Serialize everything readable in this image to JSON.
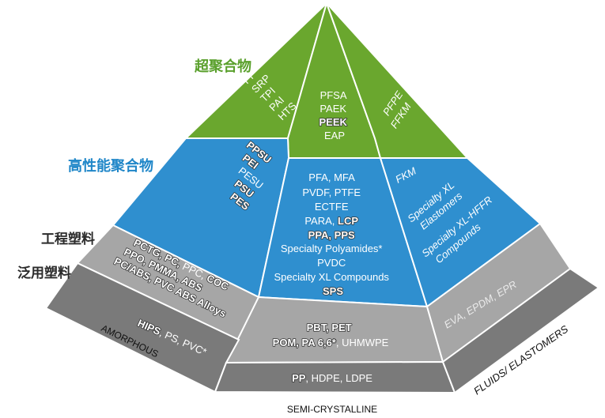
{
  "tier_labels": {
    "ultra": "超聚合物",
    "high": "高性能聚合物",
    "engineering": "工程塑料",
    "commodity": "泛用塑料"
  },
  "colors": {
    "ultra_green": "#6aa72e",
    "high_blue": "#2f8fcf",
    "gray_light": "#a6a6a6",
    "gray_dark": "#7a7a7a",
    "ultra_label": "#5aa02c",
    "high_label": "#1f86c8",
    "base_label": "#2b2b2b"
  },
  "ultra": {
    "left": [
      "PI",
      "SRP",
      "TPI",
      "PAI",
      "HTS"
    ],
    "center": [
      "PFSA",
      "PAEK",
      "PEEK",
      "EAP"
    ],
    "right": [
      "PFPE",
      "FFKM"
    ]
  },
  "high": {
    "left": [
      "PPSU",
      "PEI",
      "PESU",
      "PSU",
      "PES"
    ],
    "center": {
      "l1": "PFA, MFA",
      "l2": "PVDF, PTFE",
      "l3": "ECTFE",
      "l4a": "PARA, ",
      "l4b": "LCP",
      "l5": "PPA, PPS",
      "l6": "Specialty Polyamides*",
      "l7": "PVDC",
      "l8": "Specialty XL Compounds",
      "l9": "SPS"
    },
    "right": [
      "FKM",
      "Specialty XL",
      "Elastomers",
      "Specialty XL-HFFR",
      "Compounds"
    ]
  },
  "engineering": {
    "left": {
      "l1a": "PCTG, PC, ",
      "l1b": "PPC, ",
      "l1c": "COC",
      "l2": "PPO, PMMA, ABS",
      "l3": "PC/ABS, PVC ABS Alloys"
    },
    "center": {
      "l1": "PBT, PET",
      "l2a": "POM, PA 6,6*",
      "l2b": ", UHMWPE"
    },
    "right": "EVA, EPDM, EPR"
  },
  "commodity": {
    "left_a": "HIPS",
    "left_b": ", PS, PVC*",
    "center_a": "PP",
    "center_b": ", HDPE, LDPE"
  },
  "axes": {
    "left": "AMORPHOUS",
    "bottom": "SEMI-CRYSTALLINE",
    "right": "FLUIDS/ ELASTOMERS"
  }
}
